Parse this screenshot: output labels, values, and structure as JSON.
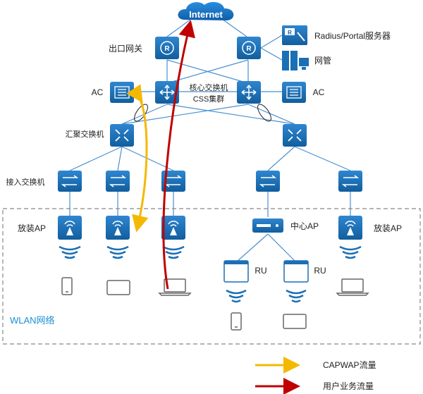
{
  "internet": "Internet",
  "labels": {
    "exit_gateway": "出口网关",
    "radius_portal": "Radius/Portal服务器",
    "nms": "网管",
    "ac_left": "AC",
    "ac_right": "AC",
    "core_switch": "核心交换机",
    "css_cluster": "CSS集群",
    "aggregation": "汇聚交换机",
    "access": "接入交换机",
    "ap_left": "放装AP",
    "ap_right": "放装AP",
    "center_ap": "中心AP",
    "ru_left": "RU",
    "ru_right": "RU",
    "wlan": "WLAN网络"
  },
  "legend": [
    {
      "label": "CAPWAP流量",
      "color": "#f5b800"
    },
    {
      "label": "用户业务流量",
      "color": "#c00000"
    }
  ],
  "colors": {
    "device_blue": "#1b6fb5",
    "link_blue": "#4a90d0",
    "capwap": "#f5b800",
    "user_traffic": "#c00000"
  }
}
